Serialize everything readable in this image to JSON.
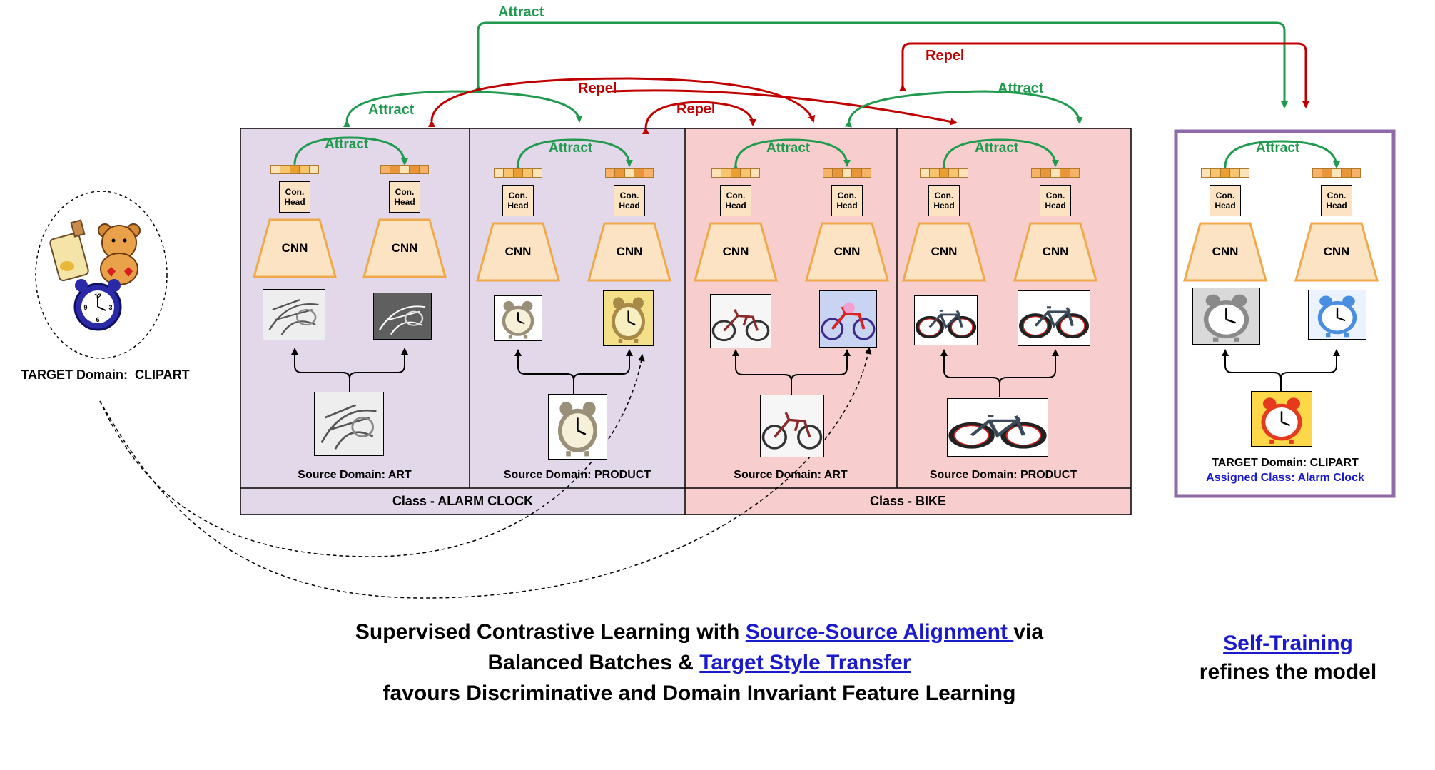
{
  "arrow_labels": {
    "top_attract": "Attract",
    "top_repel": "Repel",
    "mid_repel": "Repel",
    "mid_attract": "Attract",
    "left_attract": "Attract",
    "center_repel": "Repel"
  },
  "target_left": {
    "label": "TARGET Domain:  CLIPART"
  },
  "columns": [
    {
      "domain_label": "Source Domain: ART",
      "attract": "Attract",
      "head_left": "Con.\nHead",
      "head_right": "Con.\nHead",
      "cnn_left": "CNN",
      "cnn_right": "CNN"
    },
    {
      "domain_label": "Source Domain: PRODUCT",
      "attract": "Attract",
      "head_left": "Con.\nHead",
      "head_right": "Con.\nHead",
      "cnn_left": "CNN",
      "cnn_right": "CNN"
    },
    {
      "domain_label": "Source Domain: ART",
      "attract": "Attract",
      "head_left": "Con.\nHead",
      "head_right": "Con.\nHead",
      "cnn_left": "CNN",
      "cnn_right": "CNN"
    },
    {
      "domain_label": "Source Domain: PRODUCT",
      "attract": "Attract",
      "head_left": "Con.\nHead",
      "head_right": "Con.\nHead",
      "cnn_left": "CNN",
      "cnn_right": "CNN"
    }
  ],
  "classes": {
    "alarm_clock": "Class - ALARM CLOCK",
    "bike": "Class - BIKE"
  },
  "self_training_box": {
    "attract": "Attract",
    "head_left": "Con.\nHead",
    "head_right": "Con.\nHead",
    "cnn_left": "CNN",
    "cnn_right": "CNN",
    "target_label": "TARGET Domain: CLIPART",
    "assigned_class": "Assigned Class: Alarm Clock"
  },
  "caption": {
    "line1_pre": "Supervised Contrastive Learning with ",
    "line1_link": "Source-Source Alignment ",
    "line1_post": " via",
    "line2_pre": "Balanced Batches & ",
    "line2_link": "Target Style Transfer",
    "line3": "favours Discriminative and Domain Invariant Feature Learning"
  },
  "self_training_caption": {
    "link": "Self-Training",
    "text": "refines the model"
  },
  "colors": {
    "attract": "#1f9a4e",
    "repel": "#c00000",
    "alarm_clock_bg": "#e3d8ea",
    "bike_bg": "#f7cdcd",
    "self_training_border": "#8e6aa6",
    "cnn_fill": "#fbe3c3",
    "cnn_stroke": "#f0a94a",
    "link": "#1a1acc"
  }
}
